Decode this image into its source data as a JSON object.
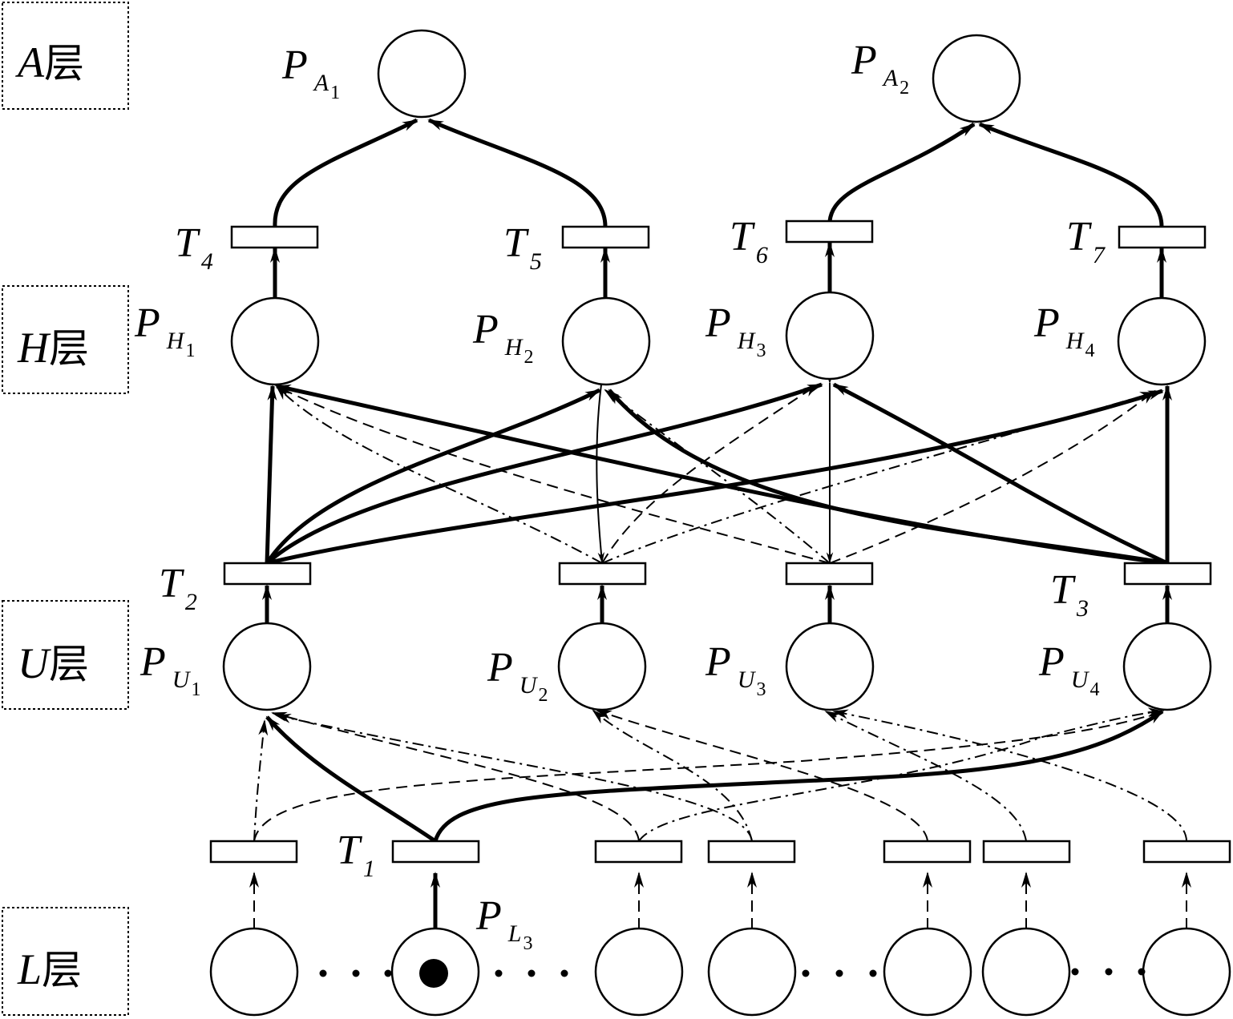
{
  "layers": [
    {
      "letter": "A",
      "suffix": "层"
    },
    {
      "letter": "H",
      "suffix": "层"
    },
    {
      "letter": "U",
      "suffix": "层"
    },
    {
      "letter": "L",
      "suffix": "层"
    }
  ],
  "places": {
    "A1": {
      "main": "P",
      "sub": "A",
      "sub2": "1"
    },
    "A2": {
      "main": "P",
      "sub": "A",
      "sub2": "2"
    },
    "H1": {
      "main": "P",
      "sub": "H",
      "sub2": "1"
    },
    "H2": {
      "main": "P",
      "sub": "H",
      "sub2": "2"
    },
    "H3": {
      "main": "P",
      "sub": "H",
      "sub2": "3"
    },
    "H4": {
      "main": "P",
      "sub": "H",
      "sub2": "4"
    },
    "U1": {
      "main": "P",
      "sub": "U",
      "sub2": "1"
    },
    "U2": {
      "main": "P",
      "sub": "U",
      "sub2": "2"
    },
    "U3": {
      "main": "P",
      "sub": "U",
      "sub2": "3"
    },
    "U4": {
      "main": "P",
      "sub": "U",
      "sub2": "4"
    },
    "L3": {
      "main": "P",
      "sub": "L",
      "sub2": "3"
    }
  },
  "transitions": {
    "T1": {
      "main": "T",
      "sub": "1"
    },
    "T2": {
      "main": "T",
      "sub": "2"
    },
    "T3": {
      "main": "T",
      "sub": "3"
    },
    "T4": {
      "main": "T",
      "sub": "4"
    },
    "T5": {
      "main": "T",
      "sub": "5"
    },
    "T6": {
      "main": "T",
      "sub": "6"
    },
    "T7": {
      "main": "T",
      "sub": "7"
    }
  }
}
